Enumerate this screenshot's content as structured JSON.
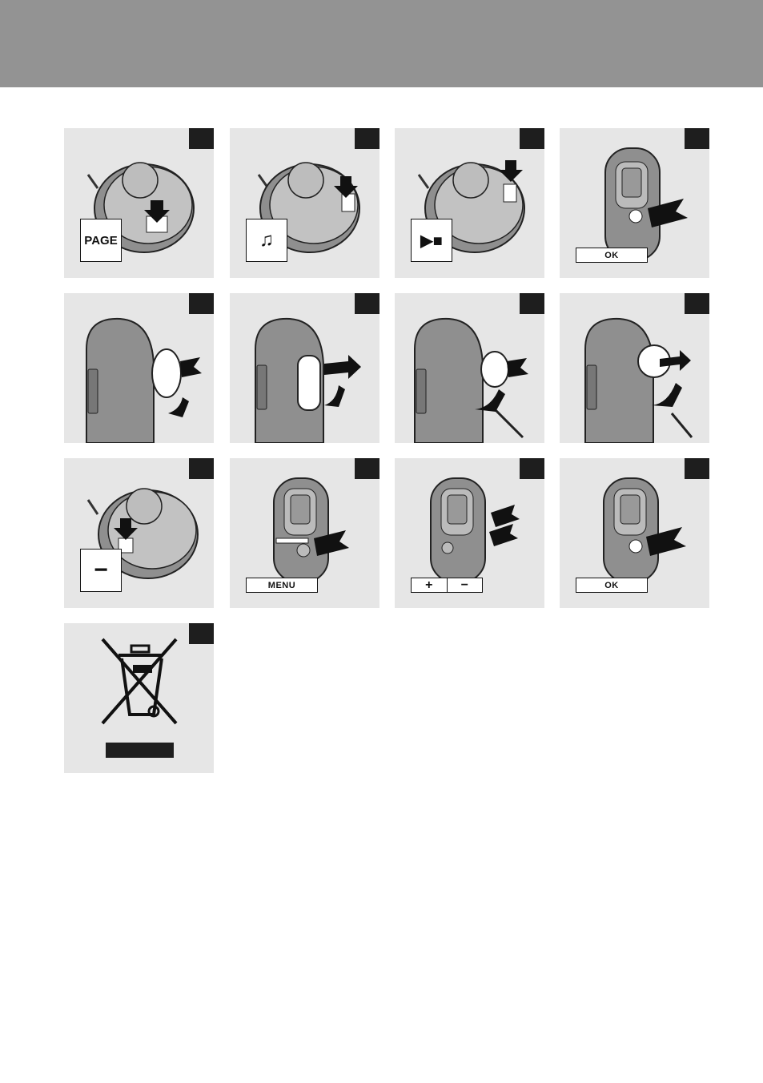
{
  "colors": {
    "header": "#939393",
    "panel": "#e6e6e6",
    "dark": "#1e1e1e",
    "device": "#8f8f8f"
  },
  "panels": [
    {
      "icon": "parent-unit-page-button",
      "label": "PAGE"
    },
    {
      "icon": "parent-unit-music-button",
      "label": "♫"
    },
    {
      "icon": "parent-unit-playpause-button",
      "label": "▶■"
    },
    {
      "icon": "baby-unit-ok-press",
      "label": "OK"
    },
    {
      "icon": "battery-cover-open"
    },
    {
      "icon": "battery-cover-removed"
    },
    {
      "icon": "battery-cover-strap-open"
    },
    {
      "icon": "battery-cover-strap-close"
    },
    {
      "icon": "parent-unit-minus-button",
      "label": "−"
    },
    {
      "icon": "baby-unit-menu-press",
      "label": "MENU"
    },
    {
      "icon": "baby-unit-volume-press",
      "plus": "+",
      "minus": "−"
    },
    {
      "icon": "baby-unit-ok-press",
      "label": "OK"
    },
    {
      "icon": "weee-crossed-bin"
    }
  ]
}
